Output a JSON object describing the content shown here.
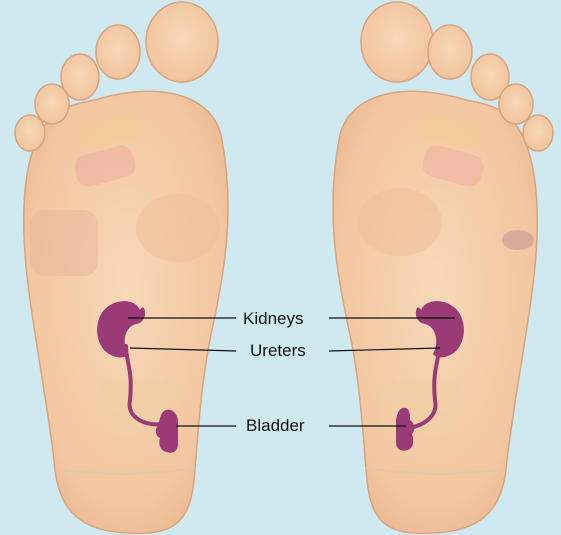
{
  "background_color": "#cfe9f1",
  "skin_color": "#f3caa4",
  "organ_color": "#9a3a77",
  "labels": {
    "kidneys": "Kidneys",
    "ureters": "Ureters",
    "bladder": "Bladder"
  }
}
